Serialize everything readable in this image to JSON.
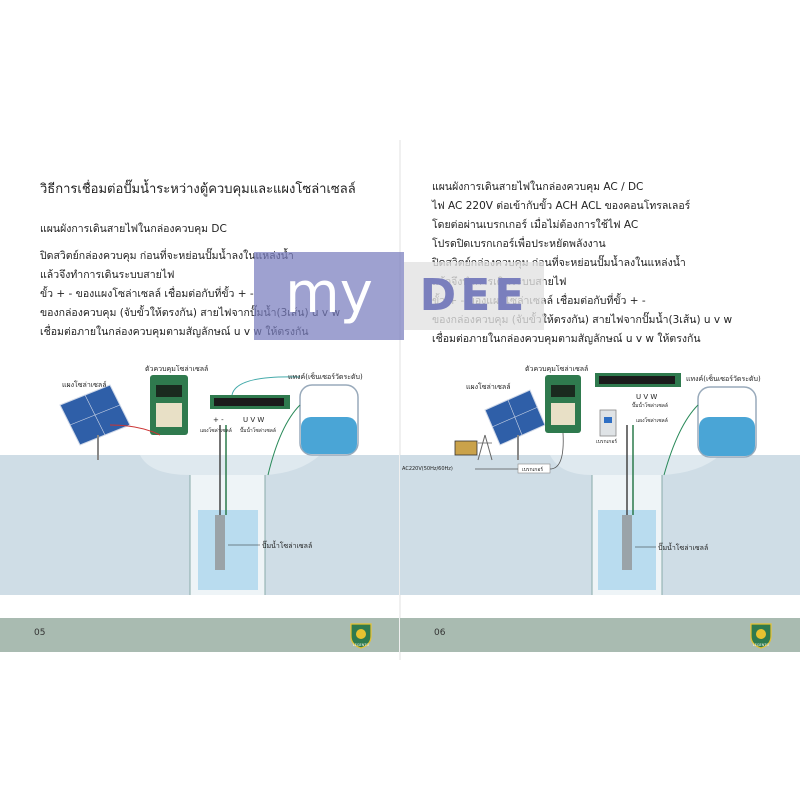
{
  "left_page": {
    "title": "วิธีการเชื่อมต่อปั๊มน้ำระหว่างตู้ควบคุมและแผงโซล่าเซลล์",
    "lines": [
      "แผนผังการเดินสายไฟในกล่องควบคุม DC",
      "",
      "ปิดสวิตย์กล่องควบคุม ก่อนที่จะหย่อนปั๊มน้ำลงในแหล่งน้ำ",
      "แล้วจึงทำการเดินระบบสายไฟ",
      "ขั้ว + - ของแผงโซล่าเซลล์ เชื่อมต่อกับที่ขั้ว + -",
      "ของกล่องควบคุม (จับขั้วให้ตรงกัน) สายไฟจากปั๊มน้ำ(3เส้น) u v w",
      "เชื่อมต่อภายในกล่องควบคุมตามสัญลักษณ์ u v w ให้ตรงกัน"
    ],
    "diagram_labels": {
      "solar_panel": "แผงโซล่าเซลล์",
      "controller": "ตัวควบคุมโซล่าเซลล์",
      "tank": "แทงค์(เซ็นเซอร์วัดระดับ)",
      "terminal_plus_minus": "+  -",
      "terminal_uvw": "U V W",
      "solar_terminal": "แผงโซล่าเซลล์",
      "pump_terminal": "ปั๊มน้ำโซล่าเซลล์",
      "pump": "ปั๊มน้ำโซล่าเซลล์"
    },
    "page_number": "05"
  },
  "right_page": {
    "lines": [
      "แผนผังการเดินสายไฟในกล่องควบคุม AC / DC",
      "ไฟ AC 220V ต่อเข้ากับขั้ว ACH ACL ของคอนโทรลเลอร์",
      "โดยต่อผ่านเบรกเกอร์ เมื่อไม่ต้องการใช้ไฟ AC",
      "โปรดปิดเบรกเกอร์เพื่อประหยัดพลังงาน",
      "ปิดสวิตย์กล่องควบคุม ก่อนที่จะหย่อนปั๊มน้ำลงในแหล่งน้ำ",
      "แล้วจึงทำการเดินระบบสายไฟ",
      "ขั้ว + - ของแผงโซล่าเซลล์ เชื่อมต่อกับที่ขั้ว + -",
      "ของกล่องควบคุม (จับขั้วให้ตรงกัน) สายไฟจากปั๊มน้ำ(3เส้น) u v w",
      "เชื่อมต่อภายในกล่องควบคุมตามสัญลักษณ์ u v w ให้ตรงกัน"
    ],
    "diagram_labels": {
      "solar_panel": "แผงโซล่าเซลล์",
      "controller": "ตัวควบคุมโซล่าเซลล์",
      "tank": "แทงค์(เซ็นเซอร์วัดระดับ)",
      "terminal_uvw": "U V W",
      "pump_terminal": "ปั๊มน้ำโซล่าเซลล์",
      "solar_terminal": "แผงโซล่าเซลล์",
      "breaker": "เบรกเกอร์",
      "ac_source": "AC220V(50Hz/60Hz)",
      "breaker_tag": "เบรกเกอร์",
      "pump": "ปั๊มน้ำโซล่าเซลล์"
    },
    "page_number": "06"
  },
  "watermark": {
    "left": "my",
    "right": "DEE"
  },
  "brand": {
    "logo_text": "LEGENTO"
  },
  "colors": {
    "footer": "#a9bbb1",
    "water": "#b9dcef",
    "ground": "#dfe9ef",
    "tank_water": "#4aa5d6",
    "controller": "#2f7a4e"
  }
}
